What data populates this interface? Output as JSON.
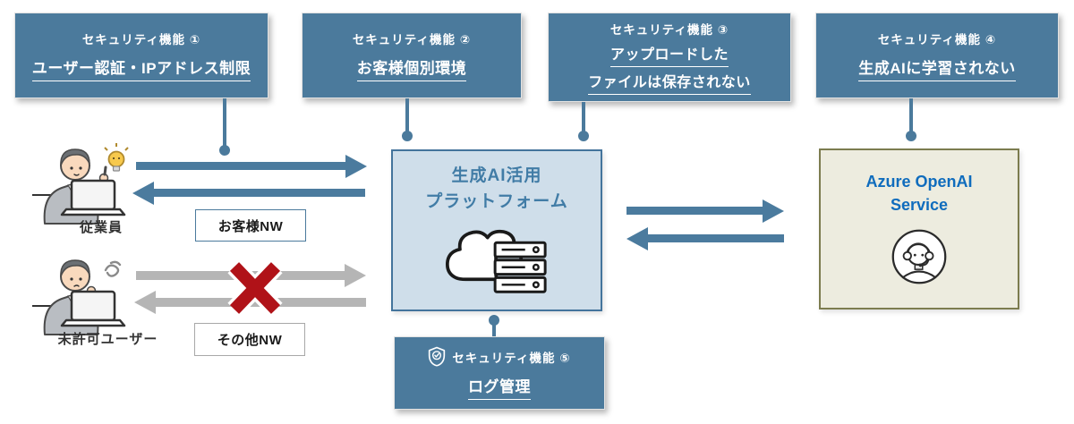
{
  "security_features": [
    {
      "title": "セキュリティ機能 ①",
      "lines": [
        "ユーザー認証・IPアドレス制限"
      ]
    },
    {
      "title": "セキュリティ機能 ②",
      "lines": [
        "お客様個別環境"
      ]
    },
    {
      "title": "セキュリティ機能 ③",
      "lines": [
        "アップロードした",
        "ファイルは保存されない"
      ]
    },
    {
      "title": "セキュリティ機能 ④",
      "lines": [
        "生成AIに学習されない"
      ]
    },
    {
      "title": "セキュリティ機能 ⑤",
      "lines": [
        "ログ管理"
      ]
    }
  ],
  "platform": {
    "name_line1": "生成AI活用",
    "name_line2": "プラットフォーム"
  },
  "azure": {
    "name_line1": "Azure OpenAI",
    "name_line2": "Service"
  },
  "actors": {
    "employee": {
      "label": "従業員"
    },
    "unauthorized": {
      "label": "未許可ユーザー"
    }
  },
  "networks": {
    "customer": {
      "label": "お客様NW"
    },
    "other": {
      "label": "その他NW"
    }
  },
  "icons": {
    "platform": "cloud-server-icon",
    "azure": "support-agent-icon",
    "log": "shield-check-icon",
    "employee": "person-at-laptop-idea-illustration",
    "unauthorized": "person-at-laptop-worried-illustration",
    "blocked": "red-x-icon"
  },
  "colors": {
    "feature_box_blue": "#4b7a9c",
    "arrow_blue": "#4b7b9e",
    "arrow_gray": "#b5b5b5",
    "platform_fill": "#cfdeea",
    "platform_border": "#44749c",
    "platform_text": "#417ca6",
    "azure_fill": "#edecdf",
    "azure_border": "#7c7c4f",
    "azure_text": "#0f6cbd",
    "blocked_red": "#b01218"
  }
}
